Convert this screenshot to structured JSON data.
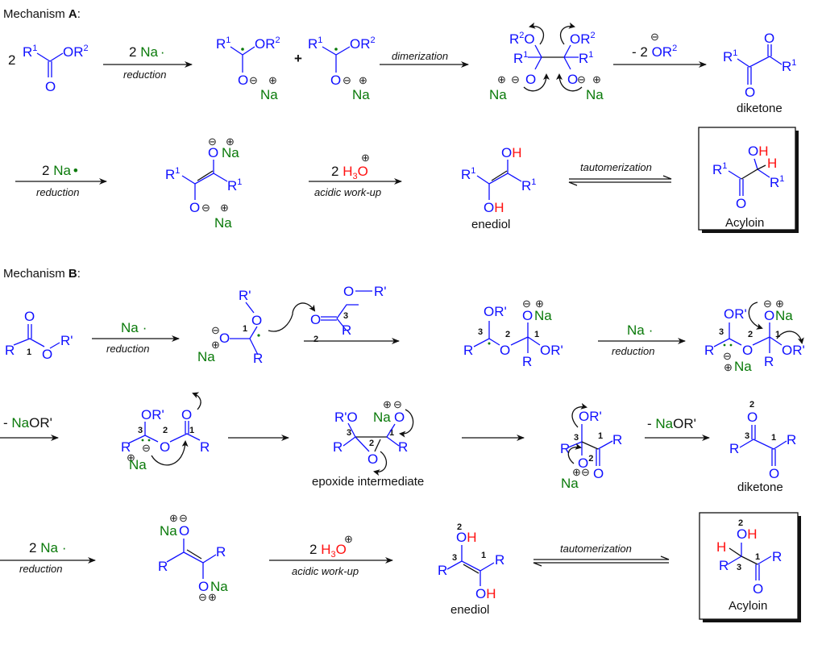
{
  "colors": {
    "atom": "#1010ff",
    "sodium": "#0a7a0a",
    "hydrogen": "#ff1010",
    "text": "#111111"
  },
  "mechanismA": {
    "title_prefix": "Mechanism ",
    "title_letter": "A",
    "title_suffix": ":",
    "step1": {
      "coef": "2",
      "reagent_coef": "2 ",
      "reagent": "Na",
      "radical": "·",
      "label": "reduction"
    },
    "plus": "+",
    "step2": {
      "label": "dimerization"
    },
    "step3": {
      "reagent": "- 2 OR",
      "sup": "2",
      "charge": "⊖"
    },
    "diketone_label": "diketone",
    "step4": {
      "reagent_coef": "2 ",
      "reagent": "Na",
      "radical": "•",
      "label": "reduction"
    },
    "step5": {
      "coef": "2 ",
      "reagent": "H",
      "sub": "3",
      "o": "O",
      "charge": "⊕",
      "label": "acidic work-up"
    },
    "enediol_label": "enediol",
    "step6": {
      "label": "tautomerization"
    },
    "product_label": "Acyloin"
  },
  "mechanismB": {
    "title_prefix": "Mechanism ",
    "title_letter": "B",
    "title_suffix": ":",
    "step1": {
      "reagent": "Na",
      "radical": "·",
      "label": "reduction"
    },
    "step2": {
      "reagent": "Na",
      "radical": "·",
      "label": "reduction"
    },
    "step3": {
      "reagent_prefix": "- ",
      "reagent_na": "Na",
      "reagent_rest": "OR'"
    },
    "epoxide_label": "epoxide intermediate",
    "step4": {
      "reagent_prefix": "- ",
      "reagent_na": "Na",
      "reagent_rest": "OR'"
    },
    "diketone_label": "diketone",
    "step5": {
      "reagent_coef": "2 ",
      "reagent": "Na",
      "radical": "·",
      "label": "reduction"
    },
    "step6": {
      "coef": "2 ",
      "reagent": "H",
      "sub": "3",
      "o": "O",
      "charge": "⊕",
      "label": "acidic work-up"
    },
    "enediol_label": "enediol",
    "step7": {
      "label": "tautomerization"
    },
    "product_label": "Acyloin"
  },
  "atoms": {
    "R": "R",
    "R1": "R",
    "sup1": "1",
    "sup2": "2",
    "O": "O",
    "OR": "OR",
    "Rp": "R'",
    "ORp": "OR'",
    "RpO": "R'O",
    "Na": "Na",
    "H": "H",
    "neg": "⊖",
    "pos": "⊕",
    "n1": "1",
    "n2": "2",
    "n3": "3"
  }
}
